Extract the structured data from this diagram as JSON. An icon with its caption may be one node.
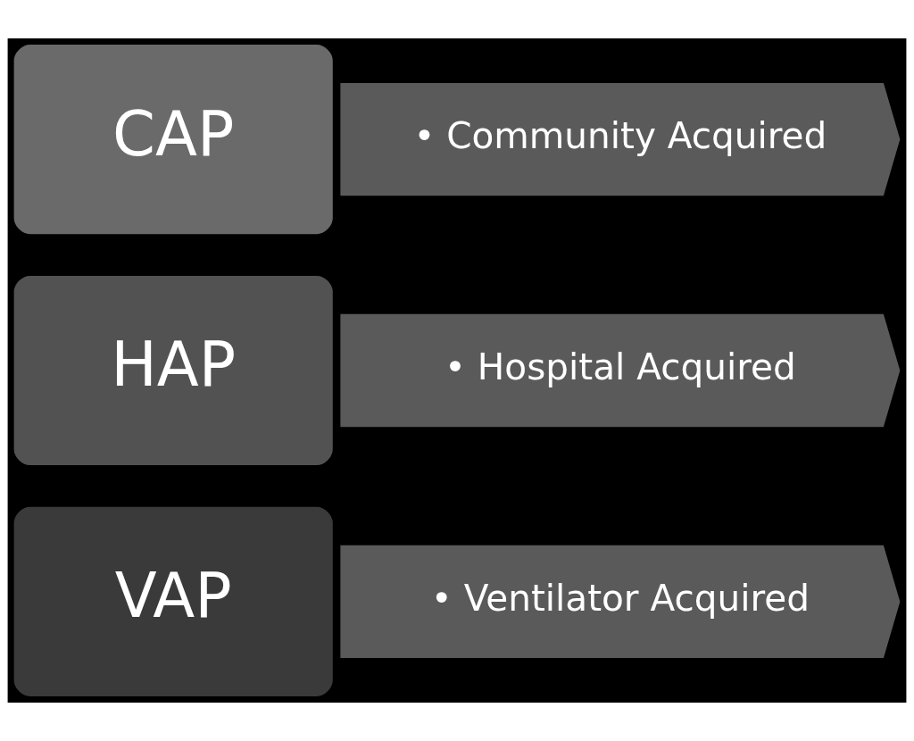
{
  "diagram": {
    "nodes": [
      {
        "text": [
          "CAP"
        ]
      },
      {
        "text": [
          "• Community Acquired"
        ]
      },
      {
        "text": [
          "HAP"
        ]
      },
      {
        "text": [
          "• Hospital Acquired"
        ]
      },
      {
        "text": [
          "VAP"
        ]
      },
      {
        "text": [
          "• Ventilator Acquired"
        ]
      }
    ]
  }
}
